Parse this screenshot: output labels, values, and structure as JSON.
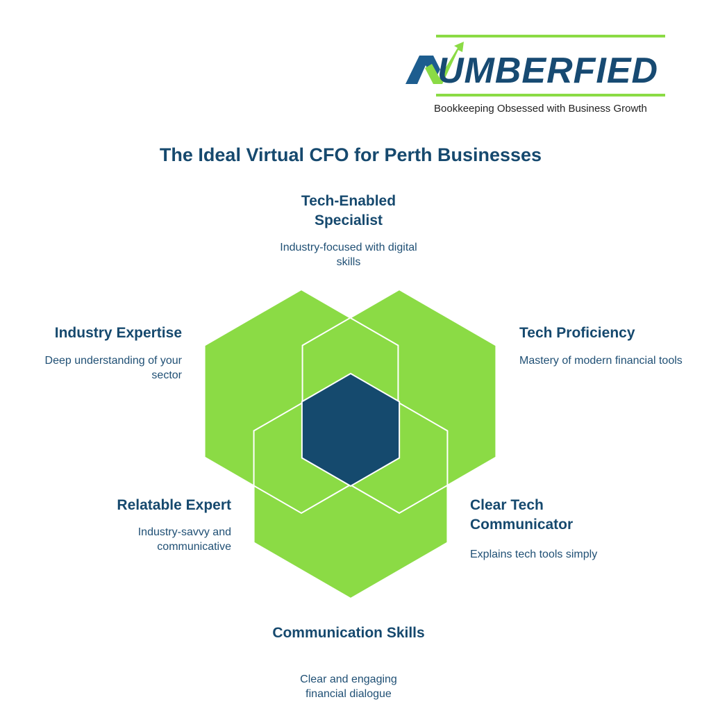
{
  "logo": {
    "text": "UMBERFIED",
    "initial": "N",
    "tagline": "Bookkeeping Obsessed with Business Growth"
  },
  "title": "The Ideal Virtual CFO for Perth Businesses",
  "colors": {
    "green": "#8bdb45",
    "navy": "#154a6e",
    "text": "#16496e"
  },
  "items": [
    {
      "label": "Tech-Enabled Specialist",
      "desc": "Industry-focused with digital skills"
    },
    {
      "label": "Industry Expertise",
      "desc": "Deep understanding of your sector"
    },
    {
      "label": "Tech Proficiency",
      "desc": "Mastery of modern financial tools"
    },
    {
      "label": "Relatable Expert",
      "desc": "Industry-savvy and communicative"
    },
    {
      "label": "Clear Tech Communicator",
      "desc": "Explains tech tools simply"
    },
    {
      "label": "Communication Skills",
      "desc": "Clear and engaging financial dialogue"
    }
  ]
}
